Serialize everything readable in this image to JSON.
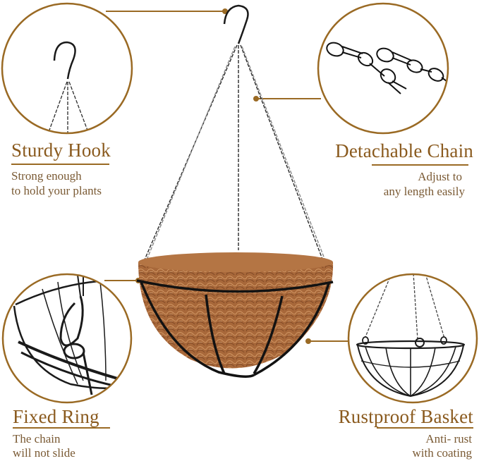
{
  "colors": {
    "accent": "#9a6a24",
    "title_text": "#8a5a1e",
    "body_text": "#7a5a34",
    "coir": "#a8683a",
    "wire": "#1a1a1a",
    "background": "#ffffff"
  },
  "features": [
    {
      "id": "sturdy-hook",
      "title": "Sturdy Hook",
      "lines": [
        "Strong enough",
        "to hold your plants"
      ],
      "icon": "hook-closeup-icon"
    },
    {
      "id": "detachable-chain",
      "title": "Detachable Chain",
      "lines": [
        "Adjust to",
        "any length easily"
      ],
      "icon": "chain-links-closeup-icon"
    },
    {
      "id": "fixed-ring",
      "title": "Fixed Ring",
      "lines": [
        "The chain",
        "will not slide"
      ],
      "icon": "ring-closeup-icon"
    },
    {
      "id": "rustproof-basket",
      "title": "Rustproof Basket",
      "lines": [
        "Anti- rust",
        "with coating"
      ],
      "icon": "wire-basket-icon"
    }
  ],
  "product": {
    "name": "hanging-coir-basket",
    "icon": "hanging-basket-icon"
  }
}
